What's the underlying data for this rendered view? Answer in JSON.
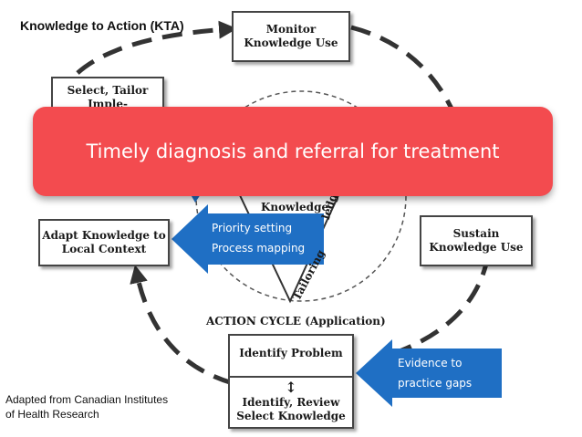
{
  "title": "Knowledge to Action (KTA)",
  "source_note": "Adapted from Canadian Institutes\n of Health Research",
  "boxes": {
    "monitor": "Monitor\nKnowledge Use",
    "select_tailor": "Select, Tailor Imple-",
    "adapt": "Adapt Knowledge to\nLocal Context",
    "sustain": "Sustain\nKnowledge Use",
    "identify_problem": "Identify Problem",
    "identify_review": "Identify, Review\nSelect Knowledge"
  },
  "funnel": {
    "knowledge_label": "Knowledge",
    "tailoring_label": "Tailoring",
    "creation_label": "ledge-U"
  },
  "action_cycle_label": "ACTION CYCLE (Application)",
  "banner": {
    "text": "Timely diagnosis and referral for treatment",
    "color": "#f34b4f"
  },
  "callout_middle": {
    "items": [
      "Priority setting",
      "Process mapping"
    ],
    "color": "#1f6fc4"
  },
  "callout_bottom": {
    "items": [
      "Evidence to",
      "practice gaps"
    ],
    "color": "#1f6fc4"
  }
}
